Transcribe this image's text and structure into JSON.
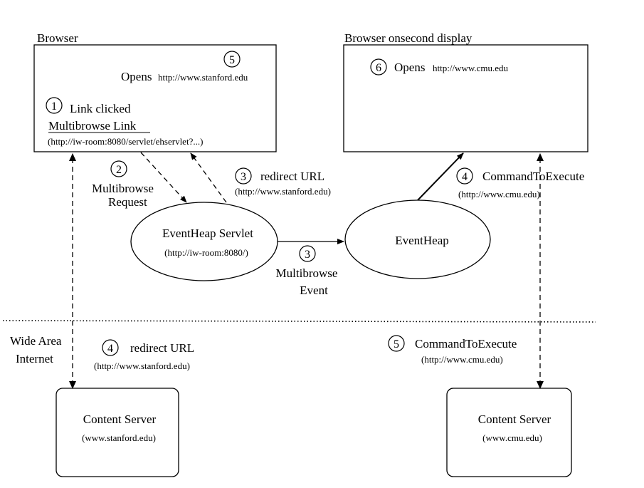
{
  "browser": {
    "title": "Browser",
    "step5_num": "5",
    "opens_label": "Opens",
    "opens_url": "http://www.stanford.edu",
    "step1_num": "1",
    "link_clicked": "Link clicked",
    "link_text": "Multibrowse Link",
    "link_url": "(http://iw-room:8080/servlet/ehservlet?...)"
  },
  "browser2": {
    "title": "Browser onsecond display",
    "step6_num": "6",
    "opens_label": "Opens",
    "opens_url": "http://www.cmu.edu"
  },
  "servlet": {
    "name": "EventHeap Servlet",
    "url": "(http://iw-room:8080/)"
  },
  "eventheap": {
    "name": "EventHeap"
  },
  "arrows": {
    "request_num": "2",
    "request_line1": "Multibrowse",
    "request_line2": "Request",
    "redirect_num": "3",
    "redirect_label": "redirect URL",
    "redirect_url": "(http://www.stanford.edu)",
    "event_num": "3",
    "event_line1": "Multibrowse",
    "event_line2": "Event",
    "command_num": "4",
    "command_label": "CommandToExecute",
    "command_url": "(http://www.cmu.edu)"
  },
  "internet": {
    "label_line1": "Wide Area",
    "label_line2": "Internet",
    "redirect_num": "4",
    "redirect_label": "redirect URL",
    "redirect_url": "(http://www.stanford.edu)",
    "command_num": "5",
    "command_label": "CommandToExecute",
    "command_url": "(http://www.cmu.edu)"
  },
  "servers": [
    {
      "name": "Content Server",
      "host": "(www.stanford.edu)"
    },
    {
      "name": "Content Server",
      "host": "(www.cmu.edu)"
    }
  ]
}
